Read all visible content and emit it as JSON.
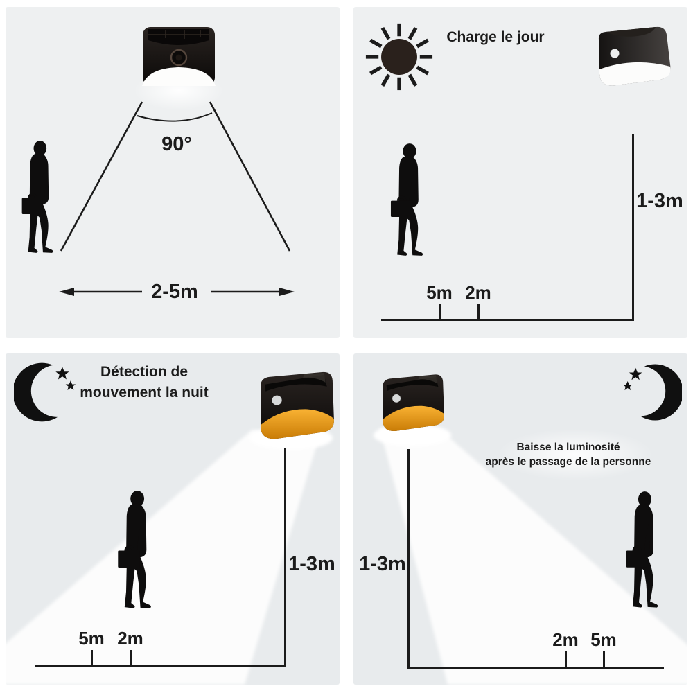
{
  "page": {
    "background": "#ffffff",
    "panel_background": "#eef0f1",
    "night_panel_background": "#e8ebed",
    "ink": "#1b1b1b",
    "accent_orange": "#f2a11b",
    "beam_white": "#ffffff"
  },
  "icons": {
    "sun": "sun-icon",
    "moon": "moon-stars-icon",
    "lamp_front": "wall-lamp-front-icon",
    "lamp_side": "wall-lamp-side-icon",
    "lamp_lit": "wall-lamp-lit-icon",
    "person": "person-silhouette"
  },
  "panel_detection_angle": {
    "angle_label": "90°",
    "range_label": "2-5m"
  },
  "panel_day_charge": {
    "title": "Charge le jour",
    "height_label": "1-3m",
    "ticks": [
      "5m",
      "2m"
    ]
  },
  "panel_night_detection": {
    "title_line1": "Détection de",
    "title_line2": "mouvement la nuit",
    "height_label": "1-3m",
    "ticks": [
      "5m",
      "2m"
    ]
  },
  "panel_dim_after_pass": {
    "note_line1": "Baisse la luminosité",
    "note_line2": "après le passage de la personne",
    "height_label": "1-3m",
    "ticks": [
      "2m",
      "5m"
    ]
  }
}
